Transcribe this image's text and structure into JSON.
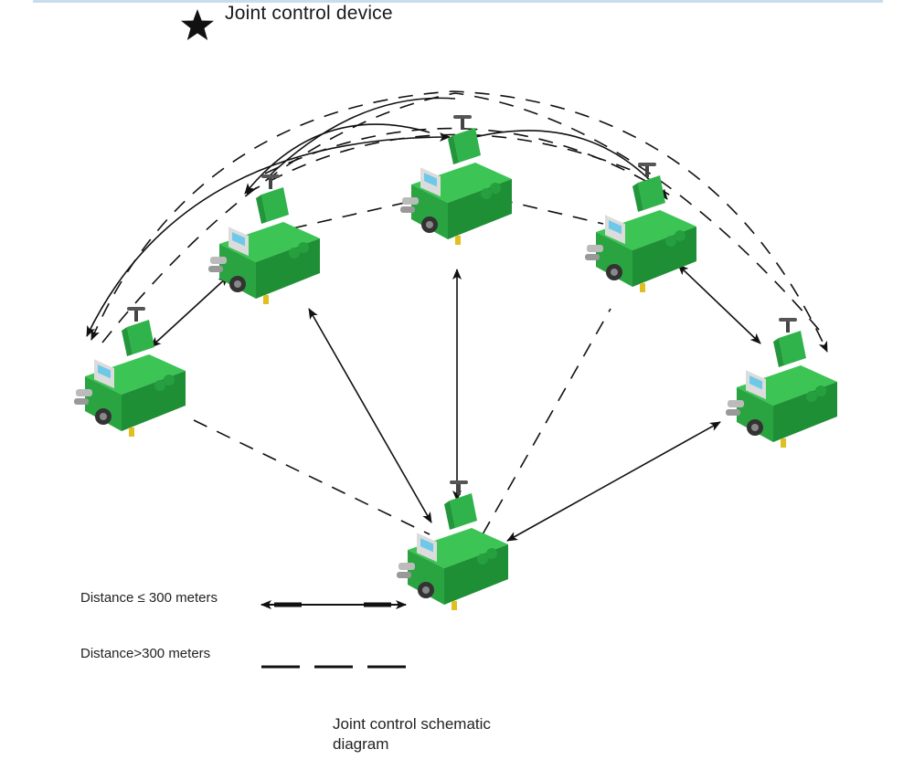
{
  "header": {
    "title": "Joint control device",
    "marker_icon": "star-icon"
  },
  "legend": {
    "solid_label": "Distance ≤ 300 meters",
    "dashed_label": "Distance>300 meters"
  },
  "caption": {
    "line1": "Joint control schematic",
    "line2": "diagram"
  },
  "device": {
    "icon": "welding-machine-icon",
    "body_color": "#2fb34a",
    "body_shade": "#1f8f36",
    "panel_color": "#d9d9d9"
  },
  "colors": {
    "line": "#111111",
    "rule": "#c9dcec"
  }
}
